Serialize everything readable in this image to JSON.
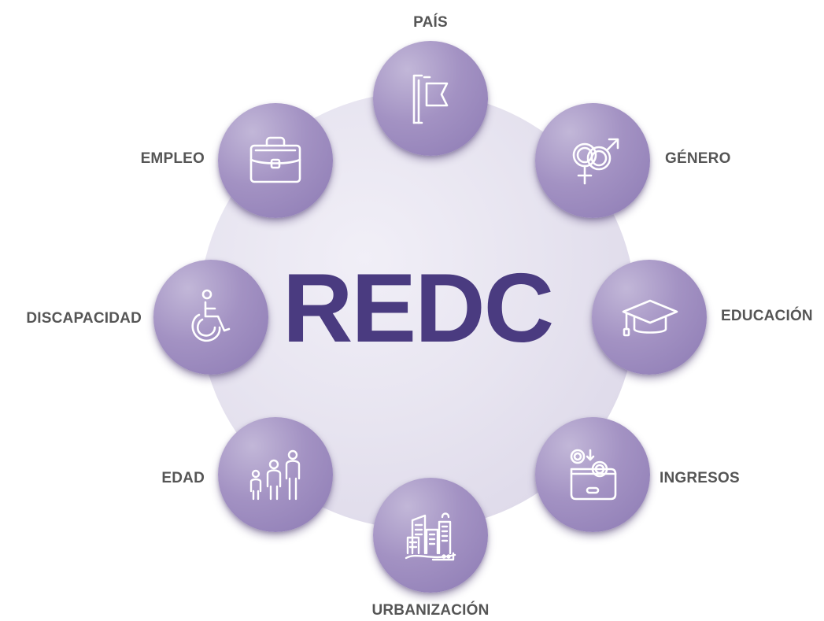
{
  "diagram": {
    "center_label": "REDC",
    "nodes": [
      {
        "id": "pais",
        "label": "PAÍS",
        "icon": "flag-icon"
      },
      {
        "id": "genero",
        "label": "GÉNERO",
        "icon": "gender-symbols-icon"
      },
      {
        "id": "educacion",
        "label": "EDUCACIÓN",
        "icon": "graduation-cap-icon"
      },
      {
        "id": "ingresos",
        "label": "INGRESOS",
        "icon": "wallet-coins-icon"
      },
      {
        "id": "urbanizacion",
        "label": "URBANIZACIÓN",
        "icon": "city-buildings-icon"
      },
      {
        "id": "edad",
        "label": "EDAD",
        "icon": "family-ages-icon"
      },
      {
        "id": "discapacidad",
        "label": "DISCAPACIDAD",
        "icon": "wheelchair-icon"
      },
      {
        "id": "empleo",
        "label": "EMPLEO",
        "icon": "briefcase-icon"
      }
    ]
  },
  "colors": {
    "title": "#4a3b80",
    "label": "#555555",
    "node": "#9d8cc0",
    "disc": "#e3dfee"
  }
}
